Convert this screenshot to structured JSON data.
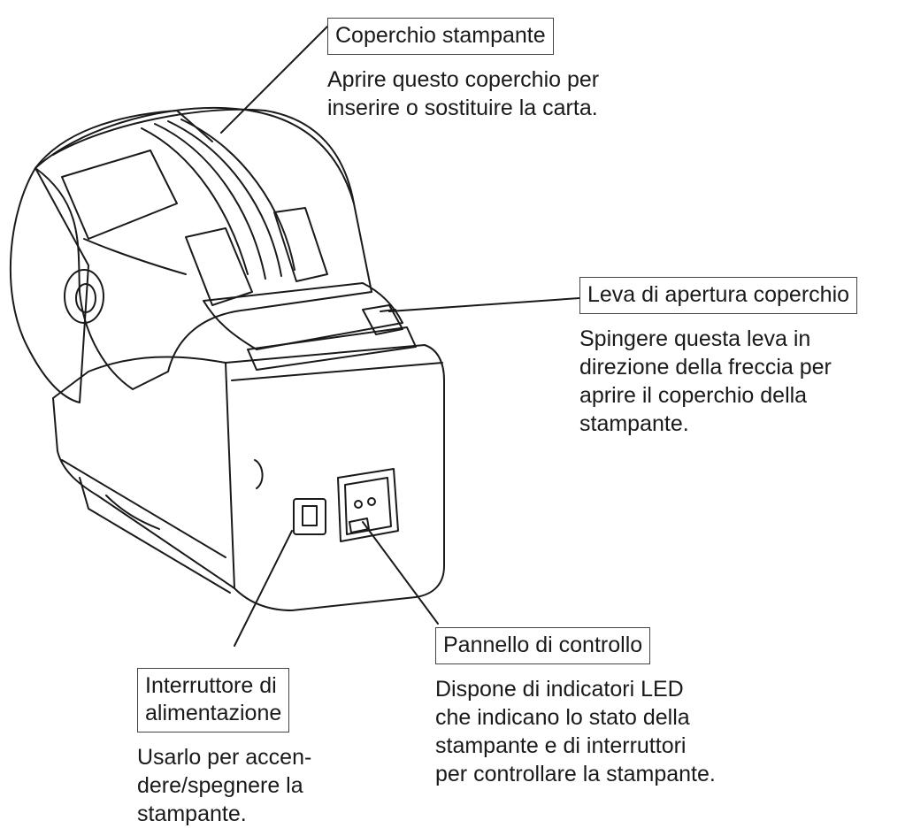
{
  "callouts": {
    "cover": {
      "label": "Coperchio stampante",
      "description": [
        "Aprire questo coperchio per",
        "inserire o sostituire la carta."
      ]
    },
    "lever": {
      "label": "Leva di apertura coperchio",
      "description": [
        "Spingere questa leva in",
        "direzione della freccia per",
        "aprire il coperchio della",
        "stampante."
      ]
    },
    "power": {
      "label": [
        "Interruttore di",
        "alimentazione"
      ],
      "description": [
        "Usarlo per accen-",
        "dere/spegnere la",
        "stampante."
      ]
    },
    "panel": {
      "label": "Pannello di controllo",
      "description": [
        "Dispone di indicatori LED",
        "che indicano lo stato della",
        "stampante e di interruttori",
        "per controllare la stampante."
      ]
    }
  },
  "colors": {
    "line": "#1a1a1a",
    "box_border": "#444444",
    "background": "#ffffff"
  }
}
